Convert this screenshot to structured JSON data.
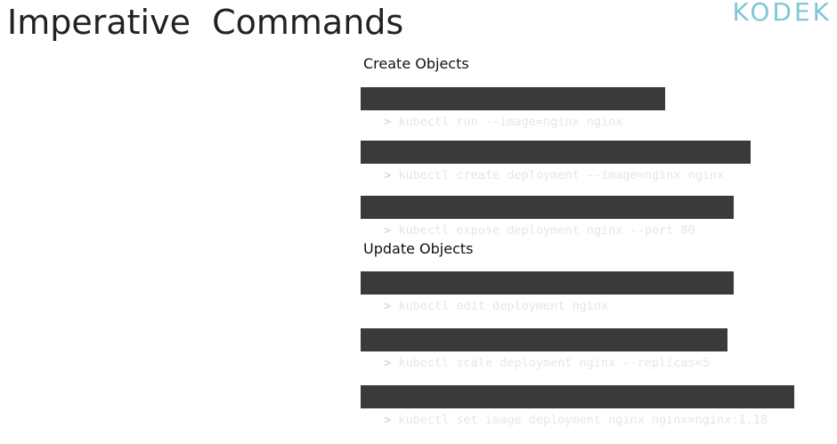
{
  "title": "Imperative  Commands",
  "logo": "KODEK",
  "sections": [
    {
      "heading": "Create Objects",
      "commands": [
        "kubectl run --image=nginx nginx",
        "kubectl create deployment --image=nginx nginx",
        "kubectl expose deployment nginx --port 80"
      ]
    },
    {
      "heading": "Update Objects",
      "commands": [
        "kubectl edit deployment nginx",
        "kubectl scale deployment nginx --replicas=5",
        "kubectl set image deployment nginx nginx=nginx:1.18"
      ]
    }
  ],
  "prompt_symbol": ">"
}
